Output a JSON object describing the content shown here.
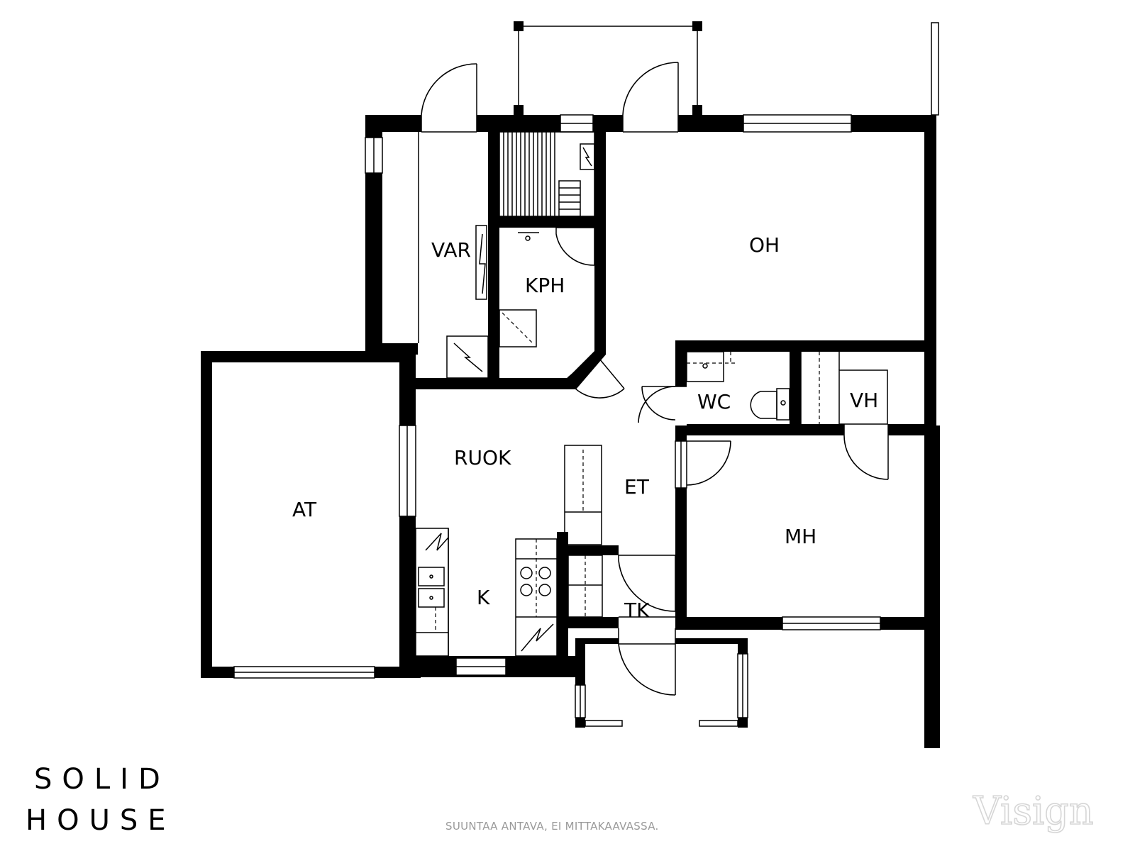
{
  "rooms": {
    "var": "VAR",
    "kph": "KPH",
    "oh": "OH",
    "wc": "WC",
    "vh": "VH",
    "ruok": "RUOK",
    "et": "ET",
    "at": "AT",
    "mh": "MH",
    "k": "K",
    "tk": "TK"
  },
  "brand": {
    "line1": "SOLID",
    "line2": "HOUSE"
  },
  "footer_note": "SUUNTAA ANTAVA, EI MITTAKAAVASSA.",
  "watermark": "Visign",
  "colors": {
    "walls": "#000000",
    "background": "#ffffff",
    "note": "#9a9a9a",
    "watermark": "#d6d6d6"
  }
}
